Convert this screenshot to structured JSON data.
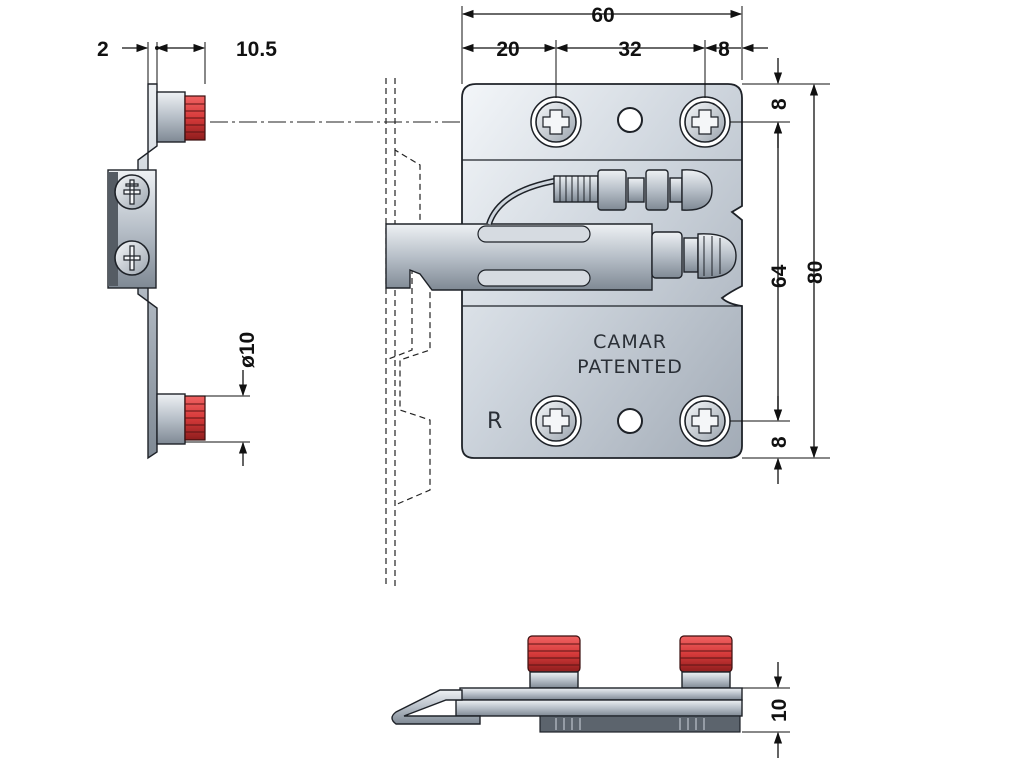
{
  "drawing": {
    "dimensions": {
      "side_thickness": "2",
      "side_depth": "10.5",
      "diameter": "ø10",
      "total_width": "60",
      "hole_offset_left": "20",
      "hole_spacing": "32",
      "hole_offset_right": "8",
      "top_margin": "8",
      "hole_vertical_spacing": "64",
      "total_height": "80",
      "bottom_margin": "8",
      "plan_height": "10"
    },
    "plate_markings": {
      "brand": "CAMAR",
      "note": "PATENTED",
      "side": "R"
    },
    "colors": {
      "metal_light": "#e9edf1",
      "metal_mid": "#b9c1ca",
      "metal_dark": "#7d8792",
      "thread_red": "#d63a3a",
      "thread_dark": "#8e1d1d",
      "outline": "#1e2228"
    }
  }
}
